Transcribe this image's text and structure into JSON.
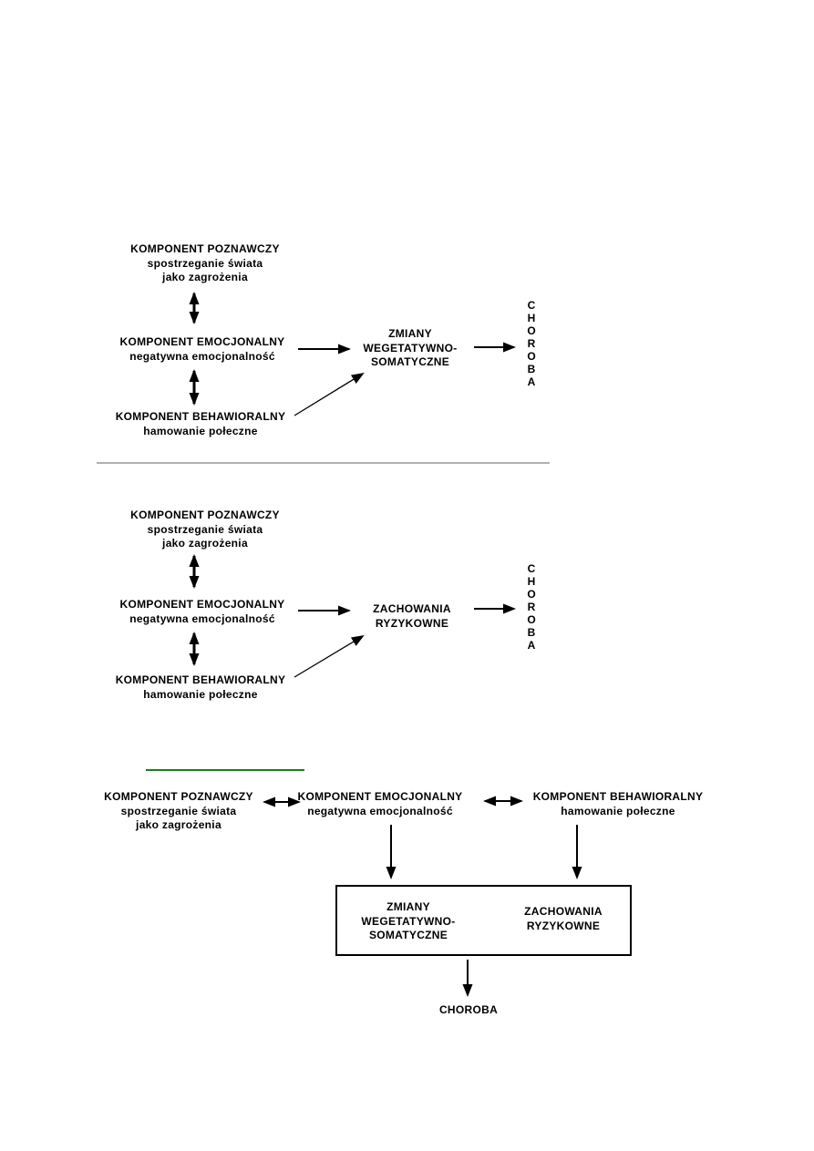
{
  "colors": {
    "text": "#000000",
    "divider_gray": "#b1b1b1",
    "divider_green": "#1c7c1c"
  },
  "diagram1": {
    "cognitive": {
      "title": "KOMPONENT POZNAWCZY",
      "sub1": "spostrzeganie świata",
      "sub2": "jako zagrożenia"
    },
    "emotional": {
      "title": "KOMPONENT EMOCJONALNY",
      "sub1": "negatywna emocjonalność"
    },
    "behavioral": {
      "title": "KOMPONENT BEHAWIORALNY",
      "sub1": "hamowanie połeczne"
    },
    "mediator": {
      "line1": "ZMIANY",
      "line2": "WEGETATYWNO-",
      "line3": "SOMATYCZNE"
    },
    "outcome": "CHOROBA"
  },
  "diagram2": {
    "cognitive": {
      "title": "KOMPONENT POZNAWCZY",
      "sub1": "spostrzeganie świata",
      "sub2": "jako zagrożenia"
    },
    "emotional": {
      "title": "KOMPONENT EMOCJONALNY",
      "sub1": "negatywna emocjonalność"
    },
    "behavioral": {
      "title": "KOMPONENT BEHAWIORALNY",
      "sub1": "hamowanie połeczne"
    },
    "mediator": {
      "line1": "ZACHOWANIA",
      "line2": "RYZYKOWNE"
    },
    "outcome": "CHOROBA"
  },
  "diagram3": {
    "cognitive": {
      "title": "KOMPONENT POZNAWCZY",
      "sub1": "spostrzeganie świata",
      "sub2": "jako zagrożenia"
    },
    "emotional": {
      "title": "KOMPONENT EMOCJONALNY",
      "sub1": "negatywna emocjonalność"
    },
    "behavioral": {
      "title": "KOMPONENT BEHAWIORALNY",
      "sub1": "hamowanie połeczne"
    },
    "box": {
      "left": {
        "line1": "ZMIANY",
        "line2": "WEGETATYWNO-",
        "line3": "SOMATYCZNE"
      },
      "right": {
        "line1": "ZACHOWANIA",
        "line2": "RYZYKOWNE"
      }
    },
    "outcome": "CHOROBA"
  }
}
